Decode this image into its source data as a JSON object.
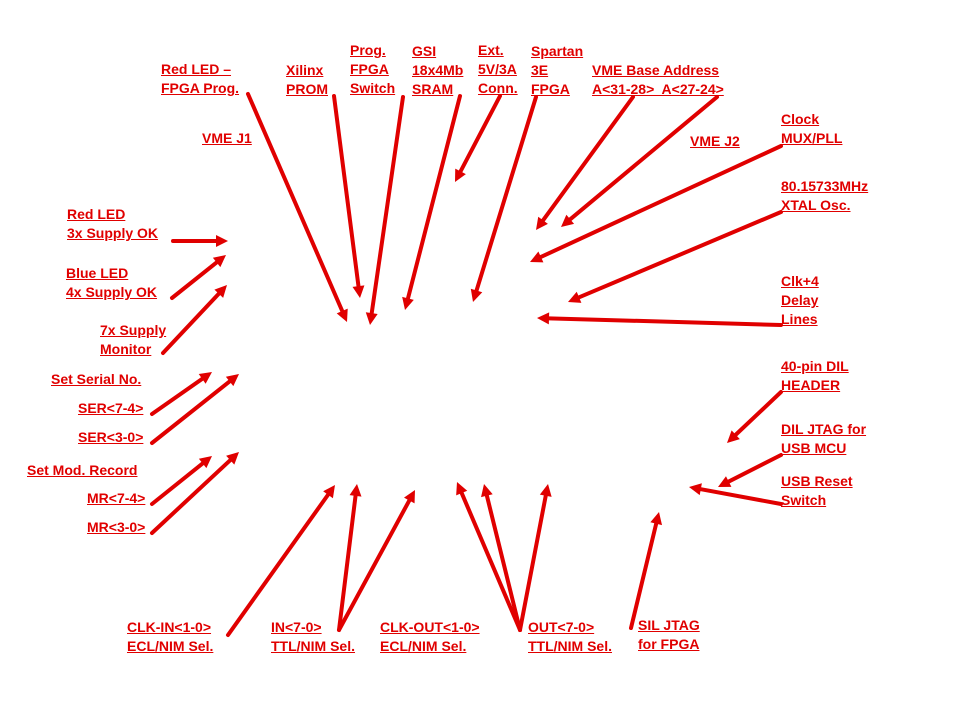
{
  "colors": {
    "annotation": "#e00000",
    "background": "#ffffff"
  },
  "labels": {
    "red_led_fpga_prog": [
      "Red LED –",
      "FPGA Prog."
    ],
    "xilinx_prom": [
      "Xilinx",
      "PROM"
    ],
    "prog_fpga_switch": [
      "Prog.",
      "FPGA",
      "Switch"
    ],
    "gsi_sram": [
      "GSI",
      "18x4Mb",
      "SRAM"
    ],
    "ext_conn": [
      "Ext.",
      "5V/3A",
      "Conn."
    ],
    "spartan_fpga": [
      "Spartan",
      "3E",
      "FPGA"
    ],
    "vme_base_address": [
      "VME Base Address",
      "A<31-28>  A<27-24>"
    ],
    "vme_j1": [
      "VME J1"
    ],
    "vme_j2": [
      "VME J2"
    ],
    "clock_mux": [
      "Clock",
      "MUX/PLL"
    ],
    "xtal_osc": [
      "80.15733MHz",
      "XTAL Osc."
    ],
    "red_led_supply": [
      "Red LED",
      "3x Supply OK"
    ],
    "blue_led_supply": [
      "Blue LED",
      "4x Supply OK"
    ],
    "supply_monitor": [
      "7x Supply",
      "Monitor"
    ],
    "delay_lines": [
      "Clk+4",
      "Delay",
      "Lines"
    ],
    "set_serial_no": [
      "Set Serial No."
    ],
    "ser_7_4": [
      "SER<7-4>"
    ],
    "ser_3_0": [
      "SER<3-0>"
    ],
    "dil_header": [
      "40-pin DIL",
      "HEADER"
    ],
    "dil_jtag": [
      "DIL JTAG for",
      "USB MCU"
    ],
    "set_mod_record": [
      "Set Mod. Record"
    ],
    "mr_7_4": [
      "MR<7-4>"
    ],
    "mr_3_0": [
      "MR<3-0>"
    ],
    "usb_reset": [
      "USB Reset",
      "Switch"
    ],
    "clk_in": [
      "CLK-IN<1-0>",
      "ECL/NIM Sel."
    ],
    "in_7_0": [
      "IN<7-0>",
      "TTL/NIM Sel."
    ],
    "clk_out": [
      "CLK-OUT<1-0>",
      "ECL/NIM Sel."
    ],
    "out_7_0": [
      "OUT<7-0>",
      "TTL/NIM Sel."
    ],
    "sil_jtag": [
      "SIL JTAG",
      "for FPGA"
    ]
  }
}
